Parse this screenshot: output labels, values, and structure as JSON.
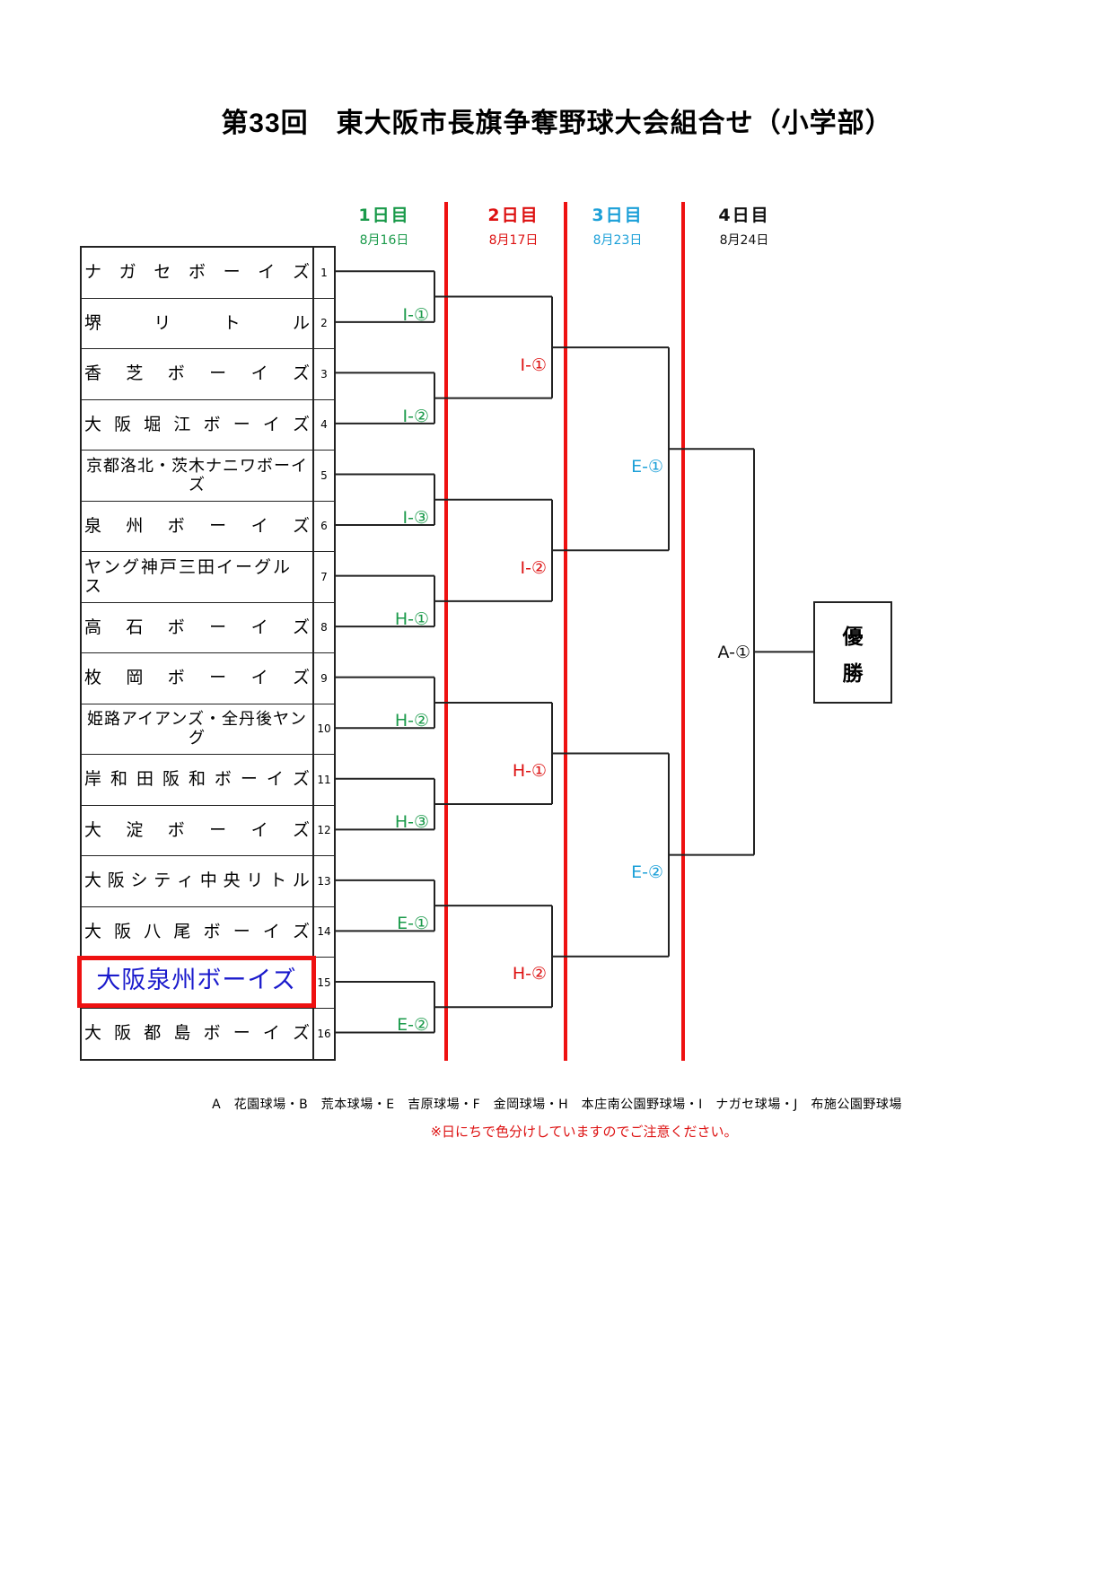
{
  "title": "第33回　東大阪市長旗争奪野球大会組合せ（小学部）",
  "days": [
    {
      "label": "1日目",
      "date": "8月16日",
      "color": "#1a9a4a"
    },
    {
      "label": "2日目",
      "date": "8月17日",
      "color": "#dd1111"
    },
    {
      "label": "3日目",
      "date": "8月23日",
      "color": "#1ca0d8"
    },
    {
      "label": "4日目",
      "date": "8月24日",
      "color": "#111111"
    }
  ],
  "teams": [
    {
      "no": "1",
      "name": "ナガセボーイズ"
    },
    {
      "no": "2",
      "name": "堺リトル"
    },
    {
      "no": "3",
      "name": "香芝ボーイズ"
    },
    {
      "no": "4",
      "name": "大阪堀江ボーイズ"
    },
    {
      "no": "5",
      "name": "京都洛北・茨木ナニワボーイズ"
    },
    {
      "no": "6",
      "name": "泉州ボーイズ"
    },
    {
      "no": "7",
      "name": "ヤング神戸三田イーグルス"
    },
    {
      "no": "8",
      "name": "高石ボーイズ"
    },
    {
      "no": "9",
      "name": "枚岡ボーイズ"
    },
    {
      "no": "10",
      "name": "姫路アイアンズ・全丹後ヤング"
    },
    {
      "no": "11",
      "name": "岸和田阪和ボーイズ"
    },
    {
      "no": "12",
      "name": "大淀ボーイズ"
    },
    {
      "no": "13",
      "name": "大阪シティ中央リトル"
    },
    {
      "no": "14",
      "name": "大阪八尾ボーイズ"
    },
    {
      "no": "15",
      "name": "大阪泉州ボーイズ",
      "highlighted": true
    },
    {
      "no": "16",
      "name": "大阪都島ボーイズ"
    }
  ],
  "matches": {
    "round1": [
      "I-①",
      "I-②",
      "I-③",
      "H-①",
      "H-②",
      "H-③",
      "E-①",
      "E-②"
    ],
    "round2": [
      "I-①",
      "I-②",
      "H-①",
      "H-②"
    ],
    "round3": [
      "E-①",
      "E-②"
    ],
    "final": "A-①"
  },
  "winner_label": [
    "優",
    "勝"
  ],
  "venues": "A　花園球場・B　荒本球場・E　吉原球場・F　金岡球場・H　本庄南公園野球場・I　ナガセ球場・J　布施公園野球場",
  "note": "※日にちで色分けしていますのでご注意ください。"
}
